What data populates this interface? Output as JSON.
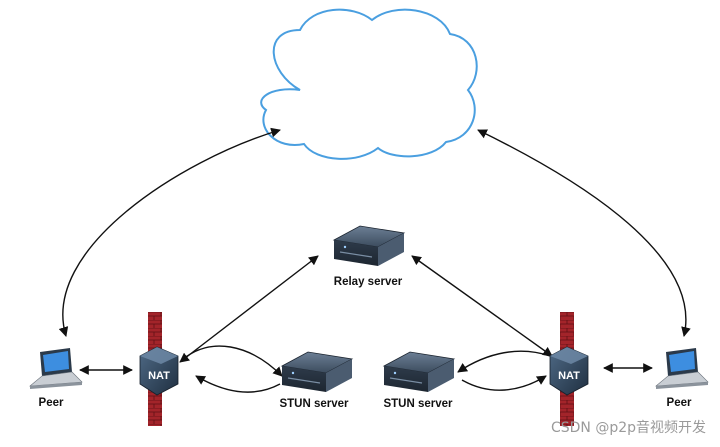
{
  "nodes": {
    "relay_server": "Relay server",
    "stun_server_left": "STUN server",
    "stun_server_right": "STUN server",
    "peer_left": "Peer",
    "peer_right": "Peer",
    "nat_left": "NAT",
    "nat_right": "NAT"
  },
  "watermark": "CSDN @p2p音视频开发",
  "colors": {
    "cloud_stroke": "#4a9fe0",
    "arrow": "#111111",
    "firewall": "#b3282c",
    "server": "#3b4a5a",
    "nat": "#2c3e50"
  }
}
